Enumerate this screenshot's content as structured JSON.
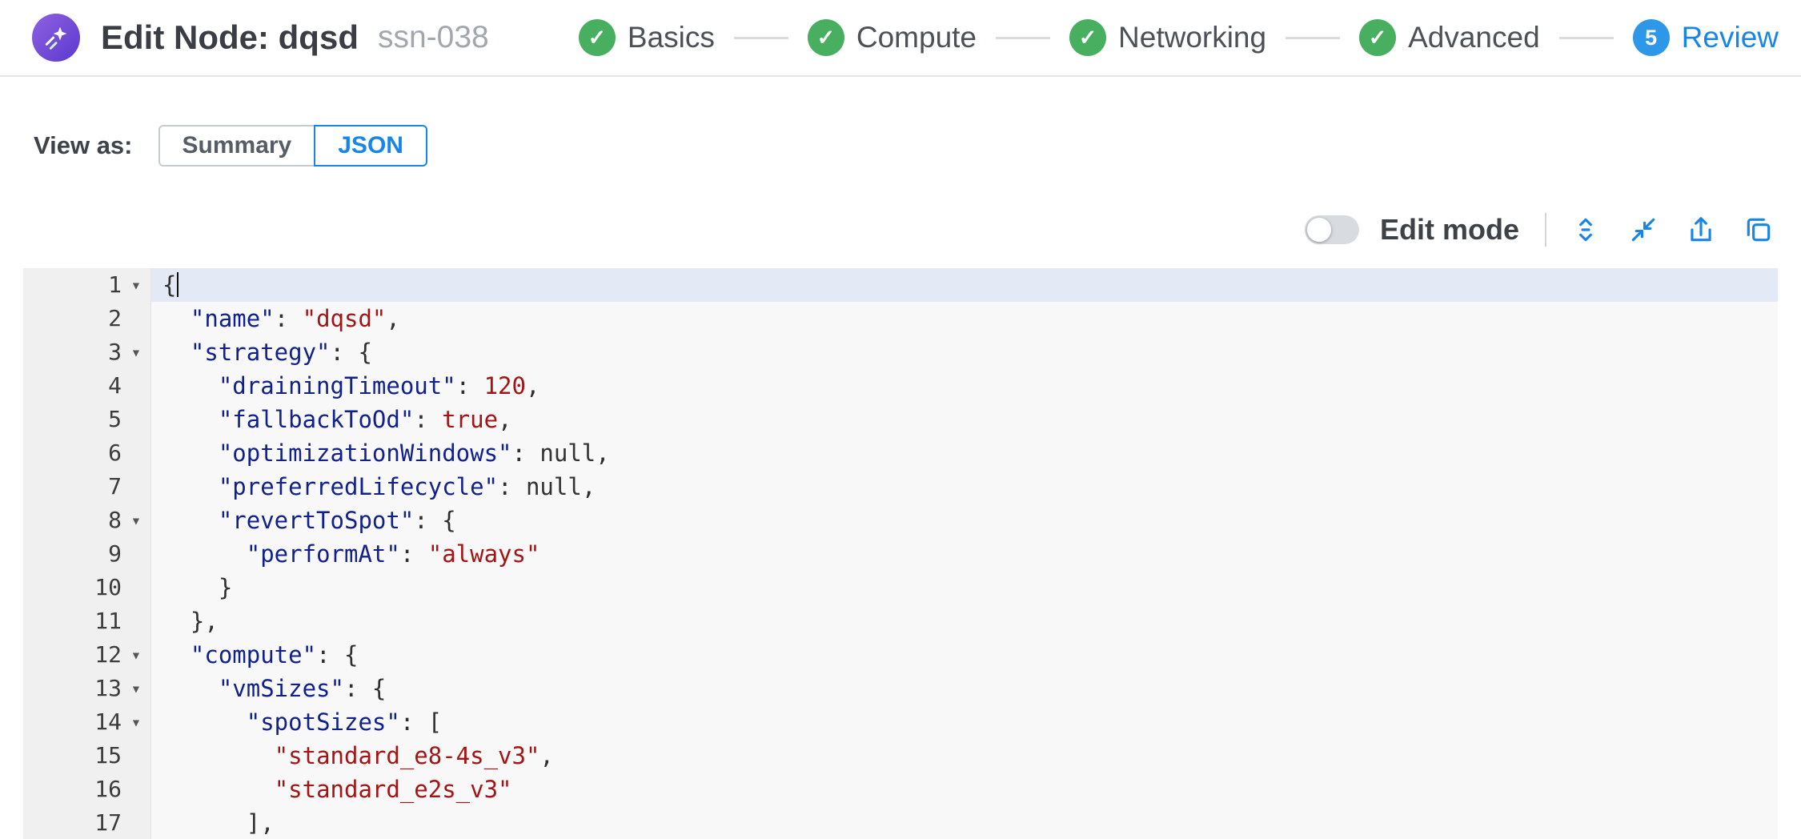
{
  "header": {
    "title": "Edit Node: dqsd",
    "subtitle": "ssn-038",
    "steps": [
      {
        "id": "basics",
        "label": "Basics",
        "state": "done"
      },
      {
        "id": "compute",
        "label": "Compute",
        "state": "done"
      },
      {
        "id": "networking",
        "label": "Networking",
        "state": "done"
      },
      {
        "id": "advanced",
        "label": "Advanced",
        "state": "done"
      },
      {
        "id": "review",
        "label": "Review",
        "state": "current",
        "number": "5"
      }
    ]
  },
  "view_as": {
    "label": "View as:",
    "summary_label": "Summary",
    "json_label": "JSON",
    "selected": "JSON"
  },
  "toolbar": {
    "edit_mode_label": "Edit mode",
    "edit_mode_on": false,
    "icons": [
      "unfold-icon",
      "collapse-icon",
      "export-icon",
      "copy-icon"
    ]
  },
  "colors": {
    "accent_blue": "#1886E8",
    "step_green": "#47AF5F",
    "review_blue": "#2E97E8",
    "json_key": "#11218C",
    "json_string": "#A31515",
    "json_number": "#A31515",
    "json_boolean": "#A31515",
    "json_null": "#333333",
    "active_line_bg": "#E4EAF5"
  },
  "editor": {
    "active_line": 1,
    "lines": [
      {
        "num": 1,
        "fold": true,
        "cursor": true,
        "tokens": [
          [
            "p",
            "{"
          ]
        ]
      },
      {
        "num": 2,
        "fold": false,
        "tokens": [
          [
            "p",
            "  "
          ],
          [
            "k",
            "\"name\""
          ],
          [
            "p",
            ": "
          ],
          [
            "s",
            "\"dqsd\""
          ],
          [
            "p",
            ","
          ]
        ]
      },
      {
        "num": 3,
        "fold": true,
        "tokens": [
          [
            "p",
            "  "
          ],
          [
            "k",
            "\"strategy\""
          ],
          [
            "p",
            ": {"
          ]
        ]
      },
      {
        "num": 4,
        "fold": false,
        "tokens": [
          [
            "p",
            "    "
          ],
          [
            "k",
            "\"drainingTimeout\""
          ],
          [
            "p",
            ": "
          ],
          [
            "n",
            "120"
          ],
          [
            "p",
            ","
          ]
        ]
      },
      {
        "num": 5,
        "fold": false,
        "tokens": [
          [
            "p",
            "    "
          ],
          [
            "k",
            "\"fallbackToOd\""
          ],
          [
            "p",
            ": "
          ],
          [
            "b",
            "true"
          ],
          [
            "p",
            ","
          ]
        ]
      },
      {
        "num": 6,
        "fold": false,
        "tokens": [
          [
            "p",
            "    "
          ],
          [
            "k",
            "\"optimizationWindows\""
          ],
          [
            "p",
            ": "
          ],
          [
            "u",
            "null"
          ],
          [
            "p",
            ","
          ]
        ]
      },
      {
        "num": 7,
        "fold": false,
        "tokens": [
          [
            "p",
            "    "
          ],
          [
            "k",
            "\"preferredLifecycle\""
          ],
          [
            "p",
            ": "
          ],
          [
            "u",
            "null"
          ],
          [
            "p",
            ","
          ]
        ]
      },
      {
        "num": 8,
        "fold": true,
        "tokens": [
          [
            "p",
            "    "
          ],
          [
            "k",
            "\"revertToSpot\""
          ],
          [
            "p",
            ": {"
          ]
        ]
      },
      {
        "num": 9,
        "fold": false,
        "tokens": [
          [
            "p",
            "      "
          ],
          [
            "k",
            "\"performAt\""
          ],
          [
            "p",
            ": "
          ],
          [
            "s",
            "\"always\""
          ]
        ]
      },
      {
        "num": 10,
        "fold": false,
        "tokens": [
          [
            "p",
            "    }"
          ]
        ]
      },
      {
        "num": 11,
        "fold": false,
        "tokens": [
          [
            "p",
            "  },"
          ]
        ]
      },
      {
        "num": 12,
        "fold": true,
        "tokens": [
          [
            "p",
            "  "
          ],
          [
            "k",
            "\"compute\""
          ],
          [
            "p",
            ": {"
          ]
        ]
      },
      {
        "num": 13,
        "fold": true,
        "tokens": [
          [
            "p",
            "    "
          ],
          [
            "k",
            "\"vmSizes\""
          ],
          [
            "p",
            ": {"
          ]
        ]
      },
      {
        "num": 14,
        "fold": true,
        "tokens": [
          [
            "p",
            "      "
          ],
          [
            "k",
            "\"spotSizes\""
          ],
          [
            "p",
            ": ["
          ]
        ]
      },
      {
        "num": 15,
        "fold": false,
        "tokens": [
          [
            "p",
            "        "
          ],
          [
            "s",
            "\"standard_e8-4s_v3\""
          ],
          [
            "p",
            ","
          ]
        ]
      },
      {
        "num": 16,
        "fold": false,
        "tokens": [
          [
            "p",
            "        "
          ],
          [
            "s",
            "\"standard_e2s_v3\""
          ]
        ]
      },
      {
        "num": 17,
        "fold": false,
        "tokens": [
          [
            "p",
            "      ],"
          ]
        ]
      }
    ]
  }
}
